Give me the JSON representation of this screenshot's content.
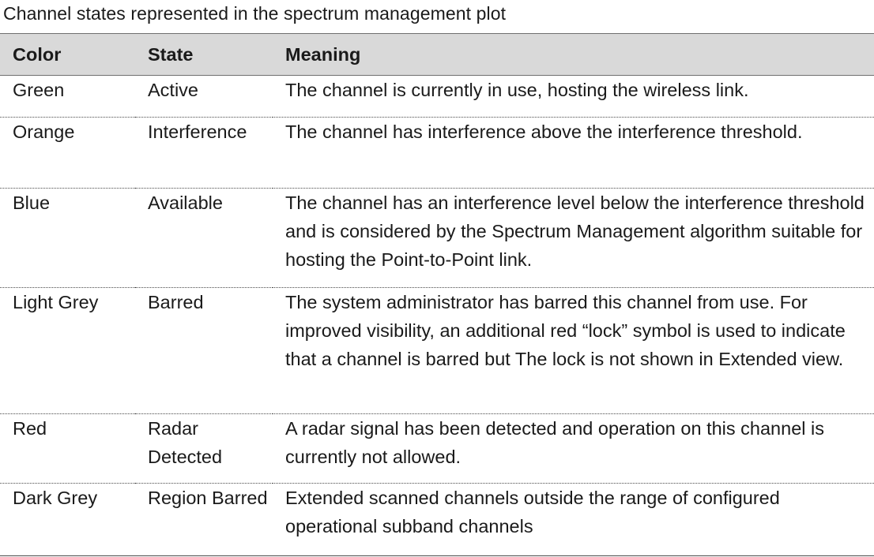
{
  "caption": "Channel states represented in the spectrum management plot",
  "table": {
    "headers": {
      "color": "Color",
      "state": "State",
      "meaning": "Meaning"
    },
    "rows": [
      {
        "color": "Green",
        "state": "Active",
        "meaning": "The channel is currently in use, hosting the wireless link."
      },
      {
        "color": "Orange",
        "state": "Interference",
        "meaning": "The channel has interference above the interference threshold."
      },
      {
        "color": "Blue",
        "state": "Available",
        "meaning": "The channel has an interference level below the interference threshold and is considered by the Spectrum Management algorithm suitable for hosting the Point-to-Point link."
      },
      {
        "color": "Light Grey",
        "state": "Barred",
        "meaning": "The system administrator has barred this channel from use. For improved visibility, an additional red “lock” symbol is used to indicate that a channel is barred but The lock is not shown in Extended view."
      },
      {
        "color": "Red",
        "state": "Radar Detected",
        "meaning": "A radar signal has been detected and operation on this channel is currently not allowed."
      },
      {
        "color": "Dark Grey",
        "state": "Region Barred",
        "meaning": "Extended scanned channels outside the range of configured operational subband channels"
      }
    ]
  }
}
